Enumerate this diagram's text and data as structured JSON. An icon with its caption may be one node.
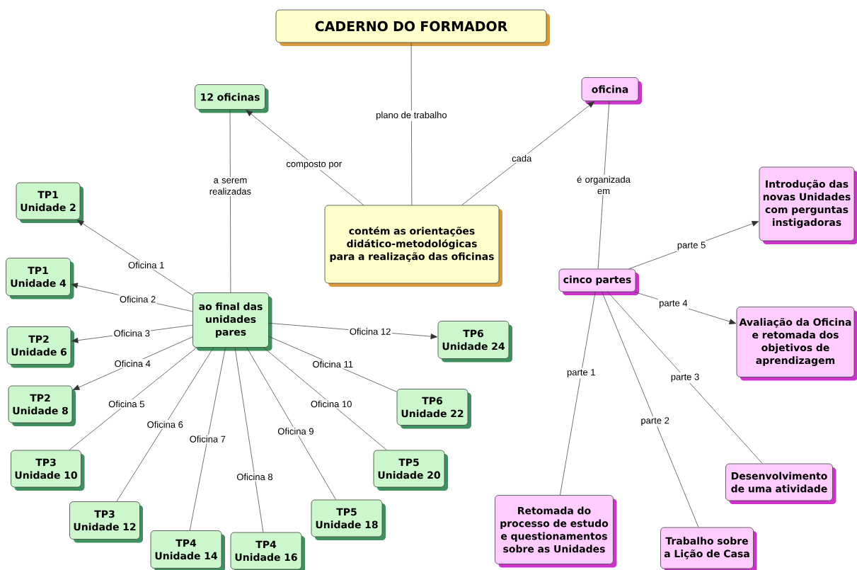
{
  "diagram": {
    "nodes": [
      {
        "text": [
          "CADERNO DO FORMADOR"
        ]
      },
      {
        "text": [
          "contém as orientações didático-metodológicas para a realização das oficinas"
        ]
      },
      {
        "text": [
          "12 oficinas"
        ]
      },
      {
        "text": [
          "oficina"
        ]
      },
      {
        "text": [
          "ao final das unidades pares"
        ]
      },
      {
        "text": [
          "TP1 Unidade 2"
        ]
      },
      {
        "text": [
          "TP1 Unidade 4"
        ]
      },
      {
        "text": [
          "TP2 Unidade 6"
        ]
      },
      {
        "text": [
          "TP2 Unidade 8"
        ]
      },
      {
        "text": [
          "TP3 Unidade 10"
        ]
      },
      {
        "text": [
          "TP3 Unidade 12"
        ]
      },
      {
        "text": [
          "TP4 Unidade 14"
        ]
      },
      {
        "text": [
          "TP4 Unidade 16"
        ]
      },
      {
        "text": [
          "TP5 Unidade 18"
        ]
      },
      {
        "text": [
          "TP5 Unidade 20"
        ]
      },
      {
        "text": [
          "TP6 Unidade 22"
        ]
      },
      {
        "text": [
          "TP6 Unidade 24"
        ]
      },
      {
        "text": [
          "cinco partes"
        ]
      },
      {
        "text": [
          "Introdução das novas Unidades com perguntas instigadoras"
        ]
      },
      {
        "text": [
          "Avaliação da Oficina e retomada dos objetivos de aprendizagem"
        ]
      },
      {
        "text": [
          "Retomada do processo de estudo e questionamentos sobre as Unidades"
        ]
      },
      {
        "text": [
          "Trabalho sobre a Lição de Casa"
        ]
      },
      {
        "text": [
          "Desenvolvimento de uma atividade"
        ]
      }
    ],
    "edges": [
      {
        "from": 0,
        "to": 1,
        "arrow": "none",
        "label": "plano de trabalho"
      },
      {
        "from": 1,
        "to": 2,
        "arrow": "to",
        "label": "composto por"
      },
      {
        "from": 1,
        "to": 3,
        "arrow": "to",
        "label": "cada"
      },
      {
        "from": 2,
        "to": 4,
        "arrow": "none",
        "label": "a serem realizadas"
      },
      {
        "from": 4,
        "to": 5,
        "arrow": "to",
        "label": "Oficina 1"
      },
      {
        "from": 4,
        "to": 6,
        "arrow": "to",
        "label": "Oficina 2"
      },
      {
        "from": 4,
        "to": 7,
        "arrow": "to",
        "label": "Oficina 3"
      },
      {
        "from": 4,
        "to": 8,
        "arrow": "to",
        "label": "Oficina 4"
      },
      {
        "from": 4,
        "to": 9,
        "arrow": "none",
        "label": "Oficina 5"
      },
      {
        "from": 4,
        "to": 10,
        "arrow": "none",
        "label": "Oficina 6"
      },
      {
        "from": 4,
        "to": 11,
        "arrow": "none",
        "label": "Oficina 7"
      },
      {
        "from": 4,
        "to": 12,
        "arrow": "none",
        "label": "Oficina 8"
      },
      {
        "from": 4,
        "to": 13,
        "arrow": "none",
        "label": "Oficina 9"
      },
      {
        "from": 4,
        "to": 14,
        "arrow": "none",
        "label": "Oficina 10"
      },
      {
        "from": 4,
        "to": 15,
        "arrow": "none",
        "label": "Oficina 11"
      },
      {
        "from": 4,
        "to": 16,
        "arrow": "to",
        "label": "Oficina 12"
      },
      {
        "from": 3,
        "to": 17,
        "arrow": "none",
        "label": "é organizada em"
      },
      {
        "from": 17,
        "to": 18,
        "arrow": "to",
        "label": "parte 5"
      },
      {
        "from": 17,
        "to": 19,
        "arrow": "to",
        "label": "parte 4"
      },
      {
        "from": 17,
        "to": 20,
        "arrow": "none",
        "label": "parte 1"
      },
      {
        "from": 17,
        "to": 21,
        "arrow": "none",
        "label": "parte 2"
      },
      {
        "from": 17,
        "to": 22,
        "arrow": "none",
        "label": "parte 3"
      }
    ]
  }
}
